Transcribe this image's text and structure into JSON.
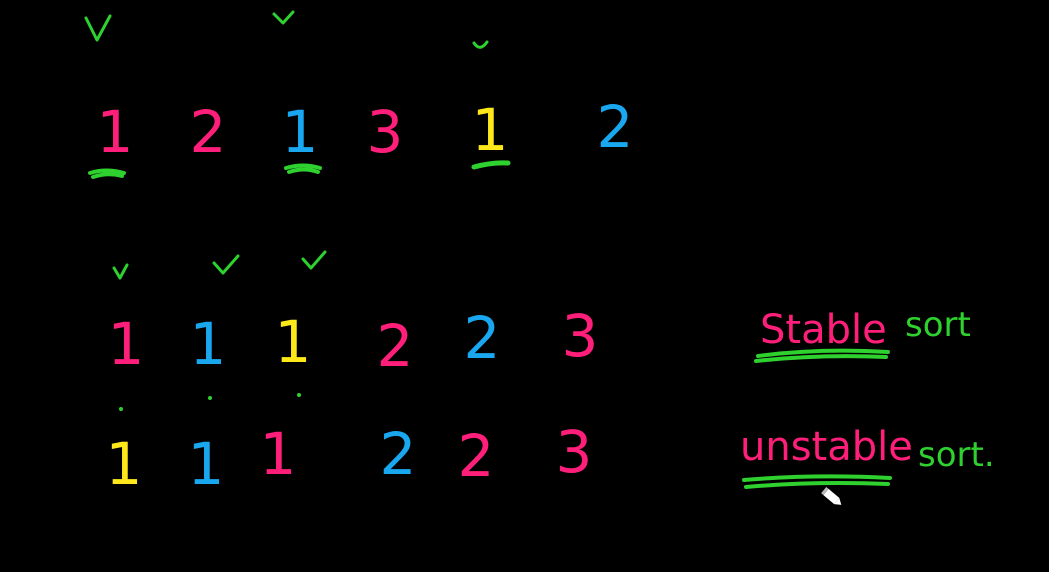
{
  "canvas": {
    "background": "#000000"
  },
  "colors": {
    "pink": "#ff1f7a",
    "blue": "#19a8f0",
    "yellow": "#ffe81a",
    "green": "#2ed12e"
  },
  "rows": {
    "original": {
      "items": [
        {
          "value": "1",
          "color": "pink",
          "mark": "check"
        },
        {
          "value": "2",
          "color": "pink"
        },
        {
          "value": "1",
          "color": "blue",
          "mark": "check"
        },
        {
          "value": "3",
          "color": "pink"
        },
        {
          "value": "1",
          "color": "yellow",
          "mark": "check"
        },
        {
          "value": "2",
          "color": "blue"
        }
      ]
    },
    "stable": {
      "items": [
        {
          "value": "1",
          "color": "pink",
          "mark": "check"
        },
        {
          "value": "1",
          "color": "blue",
          "mark": "check"
        },
        {
          "value": "1",
          "color": "yellow",
          "mark": "check"
        },
        {
          "value": "2",
          "color": "pink"
        },
        {
          "value": "2",
          "color": "blue"
        },
        {
          "value": "3",
          "color": "pink"
        }
      ]
    },
    "unstable": {
      "items": [
        {
          "value": "1",
          "color": "yellow"
        },
        {
          "value": "1",
          "color": "blue"
        },
        {
          "value": "1",
          "color": "pink"
        },
        {
          "value": "2",
          "color": "blue"
        },
        {
          "value": "2",
          "color": "pink"
        },
        {
          "value": "3",
          "color": "pink"
        }
      ]
    }
  },
  "labels": {
    "stable_word": "Stable",
    "stable_sort": "sort",
    "unstable_word": "unstable",
    "unstable_sort": "sort."
  },
  "icons": {
    "check": "check-icon",
    "underline": "underline-icon",
    "pencil_cursor": "pencil-cursor-icon"
  }
}
